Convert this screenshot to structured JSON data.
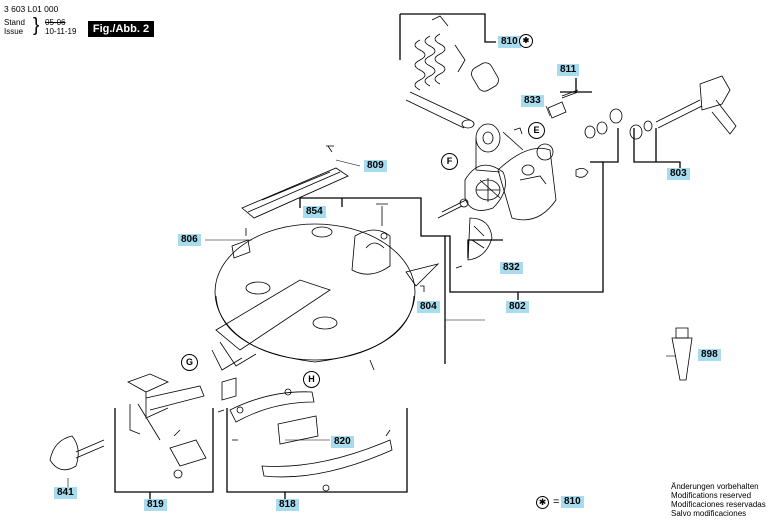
{
  "header": {
    "doc_number": "3 603 L01 000",
    "stand_label": "Stand",
    "issue_label": "Issue",
    "stand_value": "05-06",
    "issue_value": "10-11-19",
    "figure_badge": "Fig./Abb. 2"
  },
  "callouts": {
    "c810": "810",
    "c811": "811",
    "c833": "833",
    "c809": "809",
    "c854": "854",
    "c806": "806",
    "c832": "832",
    "c804": "804",
    "c802": "802",
    "c803": "803",
    "c898": "898",
    "c820": "820",
    "c841": "841",
    "c819": "819",
    "c818": "818"
  },
  "markers": {
    "E": "E",
    "F": "F",
    "G": "G",
    "H": "H"
  },
  "legend": {
    "symbol": "✱",
    "equals": "=",
    "part": "810"
  },
  "footer": {
    "line1": "Änderungen vorbehalten",
    "line2": "Modifications reserved",
    "line3": "Modificaciones reservadas",
    "line4": "Salvo modificaciones"
  }
}
